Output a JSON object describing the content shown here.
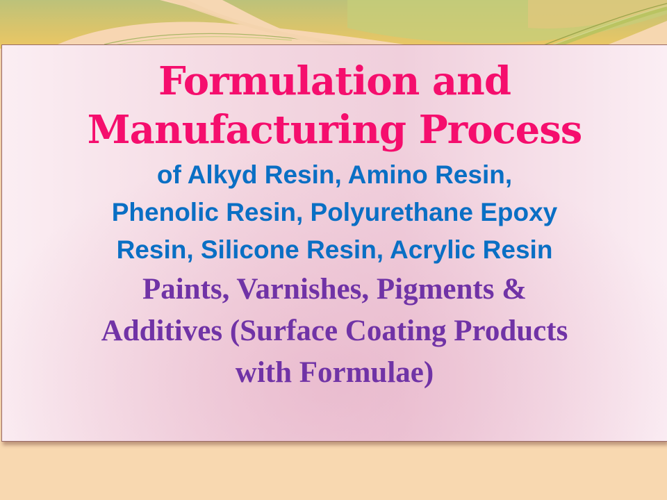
{
  "slide": {
    "title_lines": [
      "Formulation and",
      "Manufacturing Process"
    ],
    "subtitle_lines": [
      "of Alkyd Resin, Amino Resin,",
      "Phenolic Resin, Polyurethane Epoxy",
      "Resin, Silicone Resin, Acrylic Resin"
    ],
    "tagline_lines": [
      "Paints, Varnishes, Pigments &",
      "Additives (Surface Coating Products",
      "with Formulae)"
    ]
  },
  "colors": {
    "title": "#f50e6d",
    "subtitle": "#0a6fc4",
    "tagline": "#7033a6",
    "background": "#f8d8b0",
    "card_border": "#9a6a66"
  }
}
